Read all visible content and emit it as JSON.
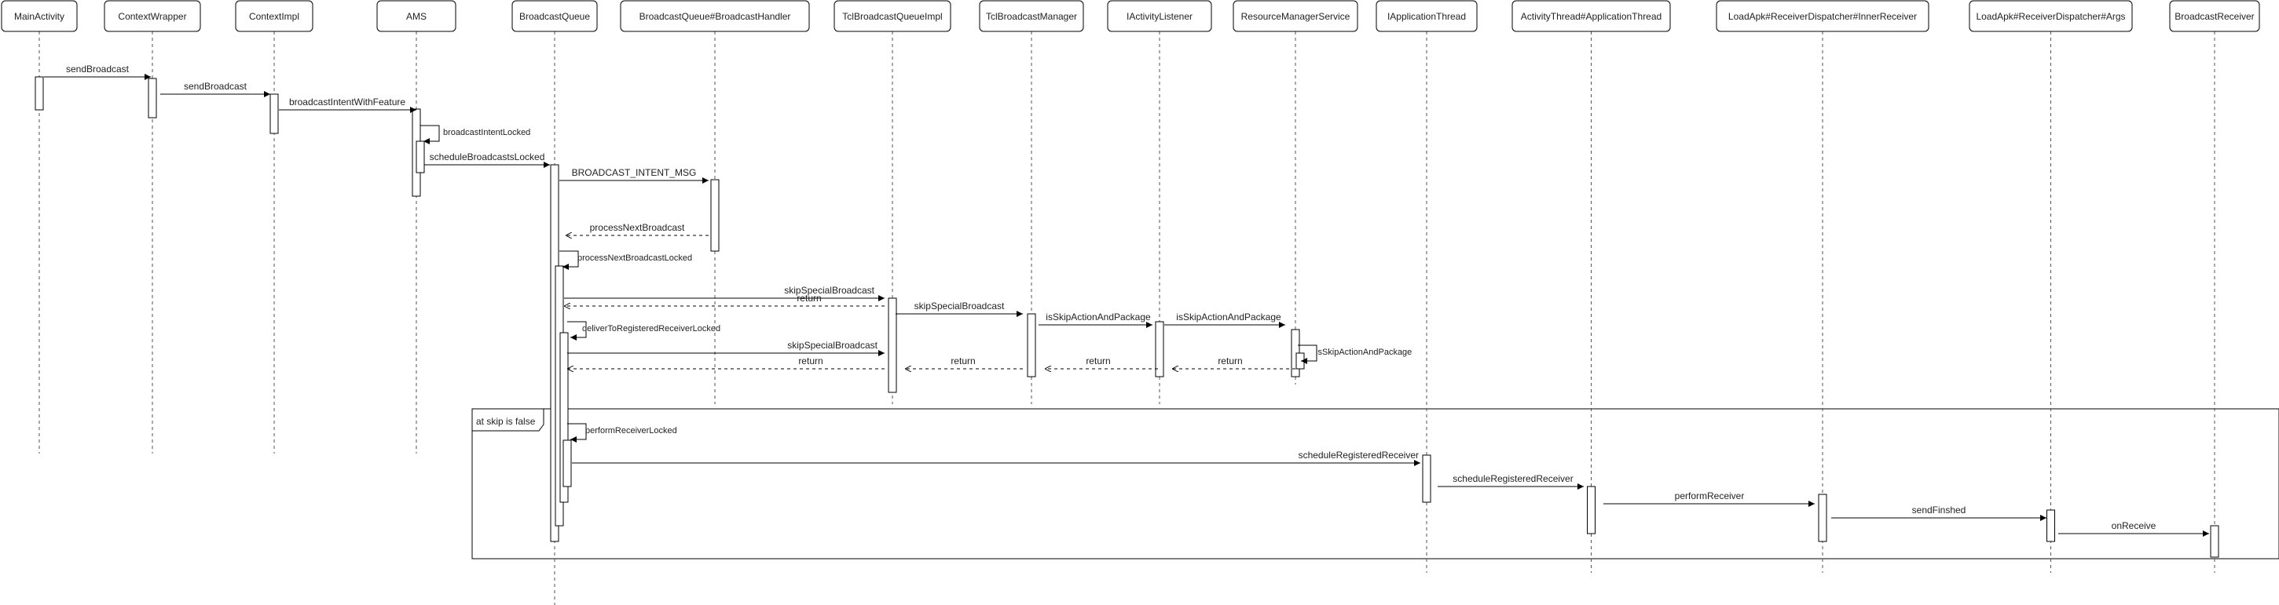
{
  "participants": [
    {
      "id": "main",
      "label": "MainActivity"
    },
    {
      "id": "cw",
      "label": "ContextWrapper"
    },
    {
      "id": "ci",
      "label": "ContextImpl"
    },
    {
      "id": "ams",
      "label": "AMS"
    },
    {
      "id": "bq",
      "label": "BroadcastQueue"
    },
    {
      "id": "bqh",
      "label": "BroadcastQueue#BroadcastHandler"
    },
    {
      "id": "tbqi",
      "label": "TclBroadcastQueueImpl"
    },
    {
      "id": "tbm",
      "label": "TclBroadcastManager"
    },
    {
      "id": "ial",
      "label": "IActivityListener"
    },
    {
      "id": "rms",
      "label": "ResourceManagerService"
    },
    {
      "id": "iat",
      "label": "IApplicationThread"
    },
    {
      "id": "at",
      "label": "ActivityThread#ApplicationThread"
    },
    {
      "id": "ir",
      "label": "LoadApk#ReceiverDispatcher#InnerReceiver"
    },
    {
      "id": "args",
      "label": "LoadApk#ReceiverDispatcher#Args"
    },
    {
      "id": "br",
      "label": "BroadcastReceiver"
    }
  ],
  "messages": [
    {
      "from": "main",
      "to": "cw",
      "label": "sendBroadcast",
      "kind": "call"
    },
    {
      "from": "cw",
      "to": "ci",
      "label": "sendBroadcast",
      "kind": "call"
    },
    {
      "from": "ci",
      "to": "ams",
      "label": "broadcastIntentWithFeature",
      "kind": "call"
    },
    {
      "from": "ams",
      "to": "ams",
      "label": "broadcastIntentLocked",
      "kind": "self"
    },
    {
      "from": "ams",
      "to": "bq",
      "label": "scheduleBroadcastsLocked",
      "kind": "call"
    },
    {
      "from": "bq",
      "to": "bqh",
      "label": "BROADCAST_INTENT_MSG",
      "kind": "call"
    },
    {
      "from": "bqh",
      "to": "bq",
      "label": "processNextBroadcast",
      "kind": "return"
    },
    {
      "from": "bq",
      "to": "bq",
      "label": "processNextBroadcastLocked",
      "kind": "self"
    },
    {
      "from": "bq",
      "to": "tbqi",
      "label": "skipSpecialBroadcast",
      "kind": "call"
    },
    {
      "from": "tbqi",
      "to": "bq",
      "label": "return",
      "kind": "return"
    },
    {
      "from": "tbqi",
      "to": "tbm",
      "label": "skipSpecialBroadcast",
      "kind": "call"
    },
    {
      "from": "tbm",
      "to": "ial",
      "label": "isSkipActionAndPackage",
      "kind": "call"
    },
    {
      "from": "ial",
      "to": "rms",
      "label": "isSkipActionAndPackage",
      "kind": "call"
    },
    {
      "from": "rms",
      "to": "rms",
      "label": "isSkipActionAndPackage",
      "kind": "self"
    },
    {
      "from": "bq",
      "to": "bq",
      "label": "deliverToRegisteredReceiverLocked",
      "kind": "self"
    },
    {
      "from": "bq",
      "to": "tbqi",
      "label": "skipSpecialBroadcast",
      "kind": "call"
    },
    {
      "from": "rms",
      "to": "ial",
      "label": "return",
      "kind": "return"
    },
    {
      "from": "ial",
      "to": "tbm",
      "label": "return",
      "kind": "return"
    },
    {
      "from": "tbm",
      "to": "tbqi",
      "label": "return",
      "kind": "return"
    },
    {
      "from": "tbqi",
      "to": "bq",
      "label": "return",
      "kind": "return"
    },
    {
      "from": "bq",
      "to": "bq",
      "label": "performReceiverLocked",
      "kind": "self"
    },
    {
      "from": "bq",
      "to": "iat",
      "label": "scheduleRegisteredReceiver",
      "kind": "call"
    },
    {
      "from": "iat",
      "to": "at",
      "label": "scheduleRegisteredReceiver",
      "kind": "call"
    },
    {
      "from": "at",
      "to": "ir",
      "label": "performReceiver",
      "kind": "call"
    },
    {
      "from": "ir",
      "to": "args",
      "label": "sendFinshed",
      "kind": "call"
    },
    {
      "from": "args",
      "to": "br",
      "label": "onReceive",
      "kind": "call"
    }
  ],
  "frame": {
    "label": "at skip is false"
  },
  "colors": {
    "line": "#000000",
    "lifeline": "#555555",
    "text": "#222222",
    "box_fill": "#ffffff"
  }
}
